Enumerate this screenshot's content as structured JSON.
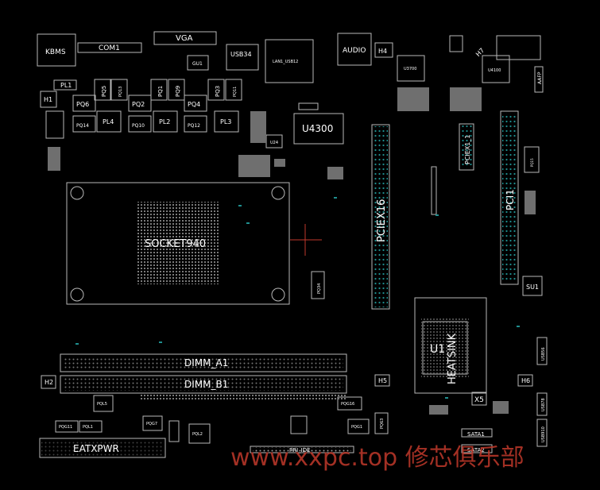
{
  "diagram": {
    "labels": {
      "kbms": "KBMS",
      "com1": "COM1",
      "vga": "VGA",
      "usb34": "USB34",
      "gu1": "GU1",
      "lan1_usb12": "LAN1_USB12",
      "audio": "AUDIO",
      "h4": "H4",
      "u3700": "U3700",
      "h7": "H7",
      "u4100": "U4100",
      "aafp": "AAFP",
      "pl1": "PL1",
      "h1": "H1",
      "pq5": "PQ5",
      "pq13": "PQ13",
      "pq1": "PQ1",
      "pq9": "PQ9",
      "pq3": "PQ3",
      "pq11": "PQ11",
      "pq6": "PQ6",
      "pq2": "PQ2",
      "pq4": "PQ4",
      "pq14": "PQ14",
      "pl4": "PL4",
      "pq10": "PQ10",
      "pl2": "PL2",
      "pq12": "PQ12",
      "pl3": "PL3",
      "u4300": "U4300",
      "u24": "U24",
      "socket": "SOCKET940",
      "pciex16": "PCIEX16",
      "pciex1_1": "PCIEX1_1",
      "pci1": "PCI1",
      "pq15": "PQ15",
      "pq34": "PQ34",
      "su1": "SU1",
      "u1": "U1",
      "heatsink": "HEATSINK",
      "dimm_a1": "DIMM_A1",
      "dimm_b1": "DIMM_B1",
      "h2": "H2",
      "h5": "H5",
      "h6": "H6",
      "x5": "X5",
      "usb56": "USB56",
      "usb78": "USB78",
      "usb910": "USB910",
      "pql5": "PQL5",
      "pql1": "PQL1",
      "pq11b": "PQG11",
      "pq7": "PQG7",
      "pl2b": "PQL2",
      "pq16": "PQG16",
      "pq1b": "PQG1",
      "pq8": "PQ63",
      "eatxpwr": "EATXPWR",
      "pri_ide": "PRI_IDE",
      "sata1": "SATA1",
      "sata2": "SATA2"
    },
    "colors": {
      "outline": "#b8b8b8",
      "text": "#ffffff",
      "pad": "#1f8f8f",
      "pin": "#8a8a8a",
      "cross": "#c0392b"
    }
  },
  "watermark": {
    "text": "www.xxpc.top 修芯俱乐部"
  }
}
